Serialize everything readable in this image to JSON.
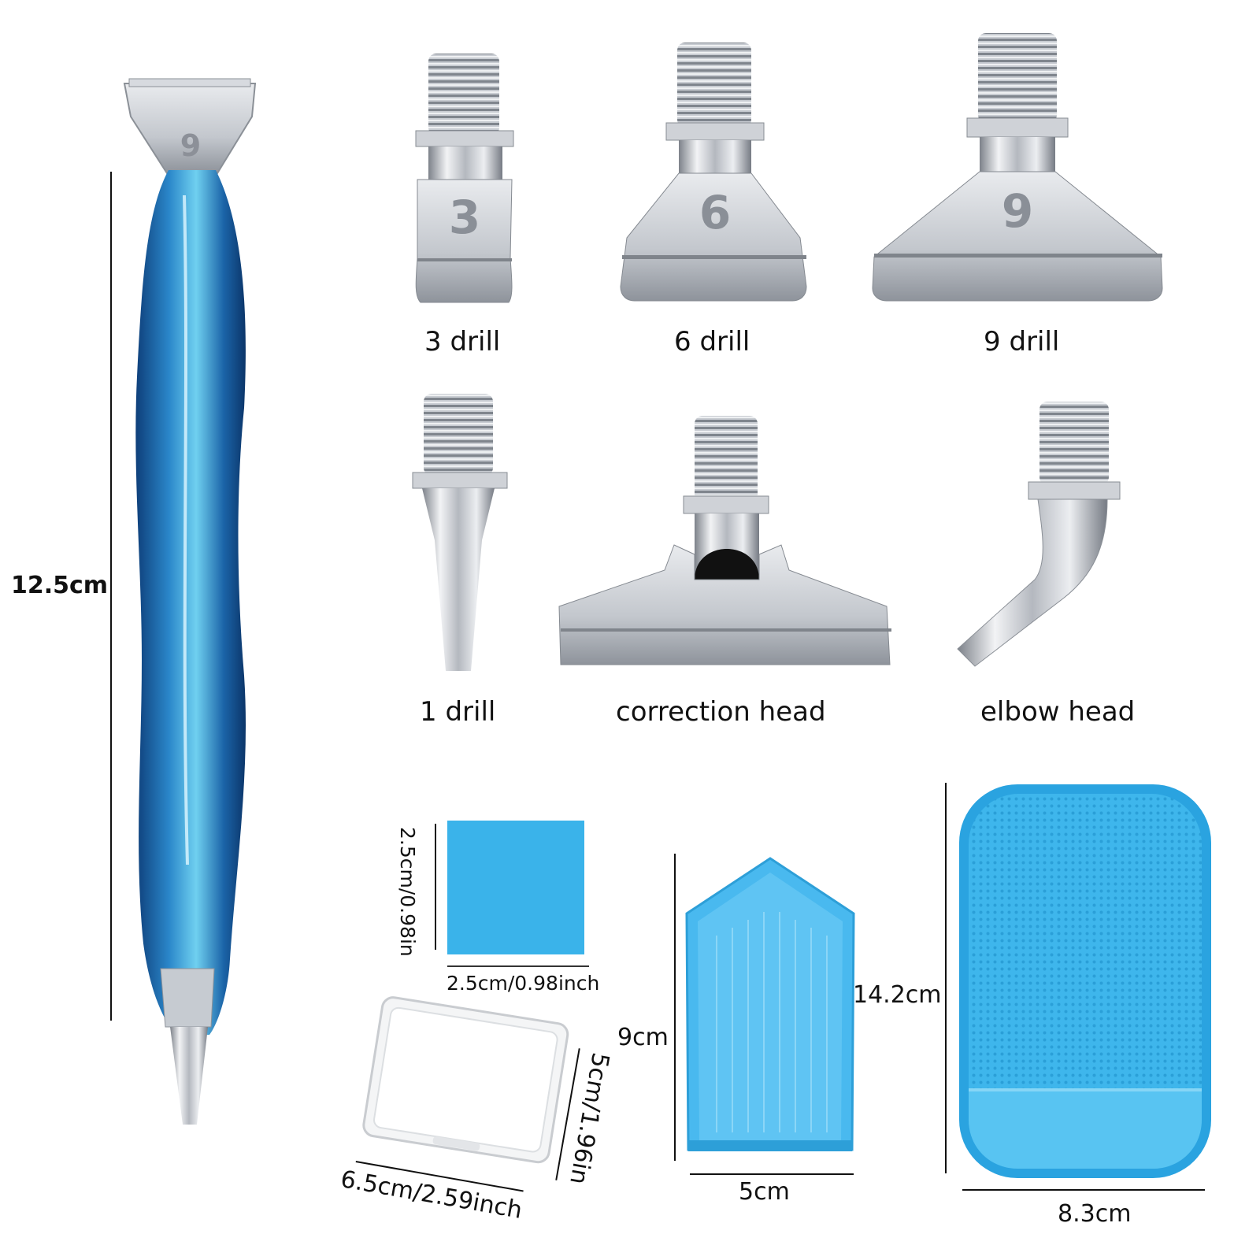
{
  "pen": {
    "head_number": "9",
    "length_label": "12.5cm"
  },
  "drill_heads": [
    {
      "number": "3",
      "label": "3 drill"
    },
    {
      "number": "6",
      "label": "6 drill"
    },
    {
      "number": "9",
      "label": "9 drill"
    }
  ],
  "special_heads": [
    {
      "label": "1 drill"
    },
    {
      "label": "correction head"
    },
    {
      "label": "elbow head"
    }
  ],
  "accessories": {
    "glue_clay": {
      "height_label": "2.5cm/0.98in",
      "width_label": "2.5cm/0.98inch"
    },
    "storage_box": {
      "height_label": "5cm/1.96in",
      "width_label": "6.5cm/2.59inch"
    },
    "tray": {
      "height_label": "9cm",
      "width_label": "5cm"
    },
    "mat": {
      "height_label": "14.2cm",
      "width_label": "8.3cm"
    }
  },
  "colors": {
    "accent_blue": "#3ab3ea",
    "metal": "#b9bdc4",
    "pen_blue": "#1f6fb3"
  }
}
